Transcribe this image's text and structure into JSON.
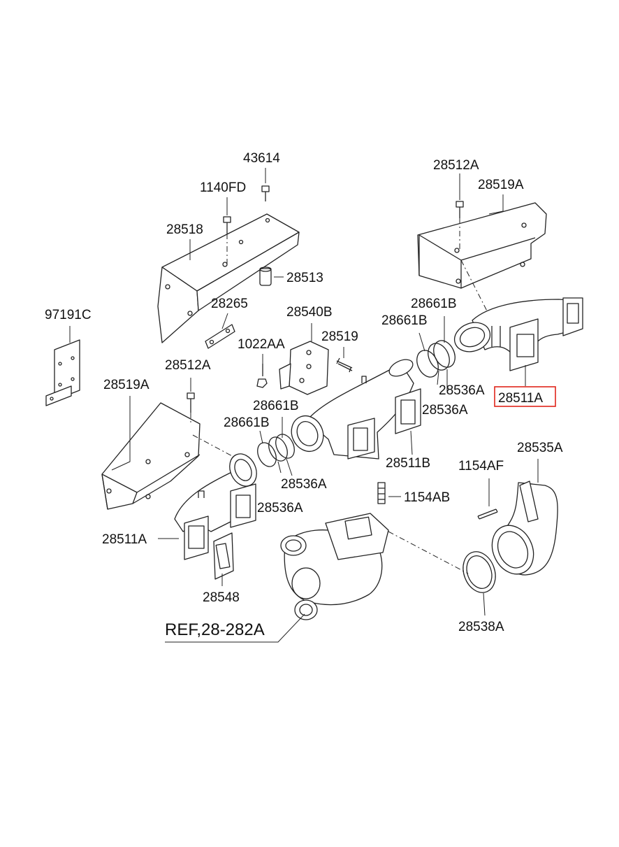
{
  "highlight_color": "#e0251b",
  "labels": {
    "p43614": "43614",
    "p1140fd": "1140FD",
    "p28518": "28518",
    "p28513": "28513",
    "p28265": "28265",
    "p97191c": "97191C",
    "p1022aa": "1022AA",
    "p28540b": "28540B",
    "p28519": "28519",
    "p28512a_top": "28512A",
    "p28519a_top": "28519A",
    "p28661b_r1": "28661B",
    "p28661b_r2": "28661B",
    "p28536a_r1": "28536A",
    "p28536a_r2": "28536A",
    "p28511a_right": "28511A",
    "p28512a_left": "28512A",
    "p28519a_left": "28519A",
    "p28661b_l1": "28661B",
    "p28661b_l2": "28661B",
    "p28536a_l1": "28536A",
    "p28536a_l2": "28536A",
    "p28511b": "28511B",
    "p1154af": "1154AF",
    "p28535a": "28535A",
    "p1154ab": "1154AB",
    "p28511a_left": "28511A",
    "p28548": "28548",
    "p28538a": "28538A",
    "ref": "REF,28-282A"
  }
}
